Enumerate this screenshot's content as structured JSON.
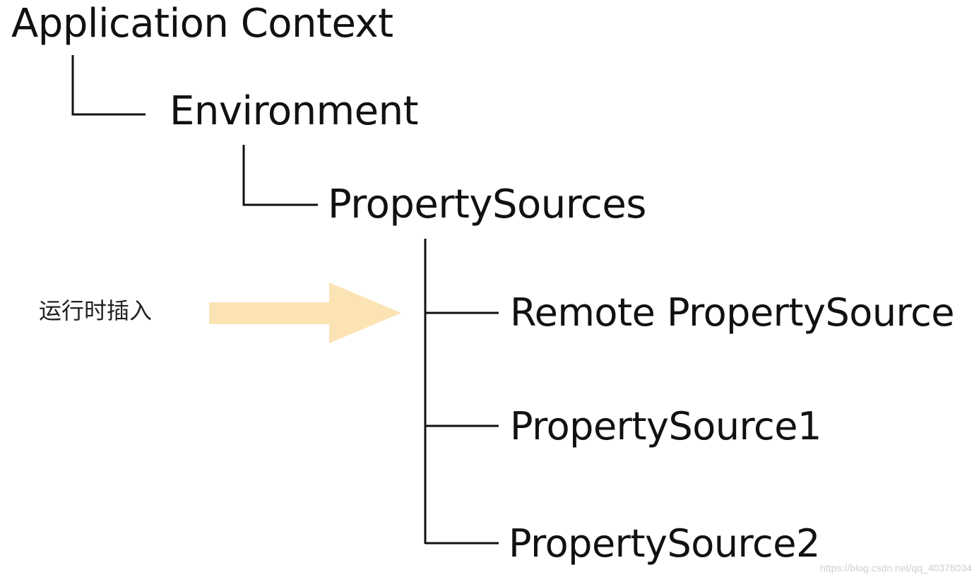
{
  "tree": {
    "root": "Application Context",
    "environment": "Environment",
    "property_sources": "PropertySources",
    "children": [
      "Remote PropertySource",
      "PropertySource1",
      "PropertySource2"
    ]
  },
  "annotation": {
    "label": "运行时插入",
    "arrow_color": "#fbe3b4"
  },
  "watermark": "https://blog.csdn.net/qq_40378034",
  "colors": {
    "line": "#111111",
    "text": "#111111",
    "background": "#ffffff"
  }
}
